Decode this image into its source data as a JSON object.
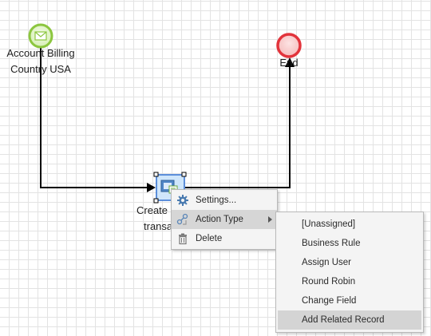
{
  "nodes": {
    "start_event": {
      "label_line1": "Account Billing",
      "label_line2": "Country USA",
      "color": "#8cc63f"
    },
    "end_event": {
      "label": "End",
      "color": "#e2343c"
    },
    "task": {
      "label_line1": "Create",
      "label_line2": "transa"
    }
  },
  "context_menu": {
    "items": [
      {
        "label": "Settings...",
        "icon": "gear-icon"
      },
      {
        "label": "Action Type",
        "icon": "action-type-icon",
        "has_submenu": true
      },
      {
        "label": "Delete",
        "icon": "trash-icon"
      }
    ]
  },
  "action_type_submenu": {
    "items": [
      {
        "label": "[Unassigned]"
      },
      {
        "label": "Business Rule"
      },
      {
        "label": "Assign User"
      },
      {
        "label": "Round Robin"
      },
      {
        "label": "Change Field"
      },
      {
        "label": "Add Related Record",
        "highlighted": true
      }
    ]
  }
}
